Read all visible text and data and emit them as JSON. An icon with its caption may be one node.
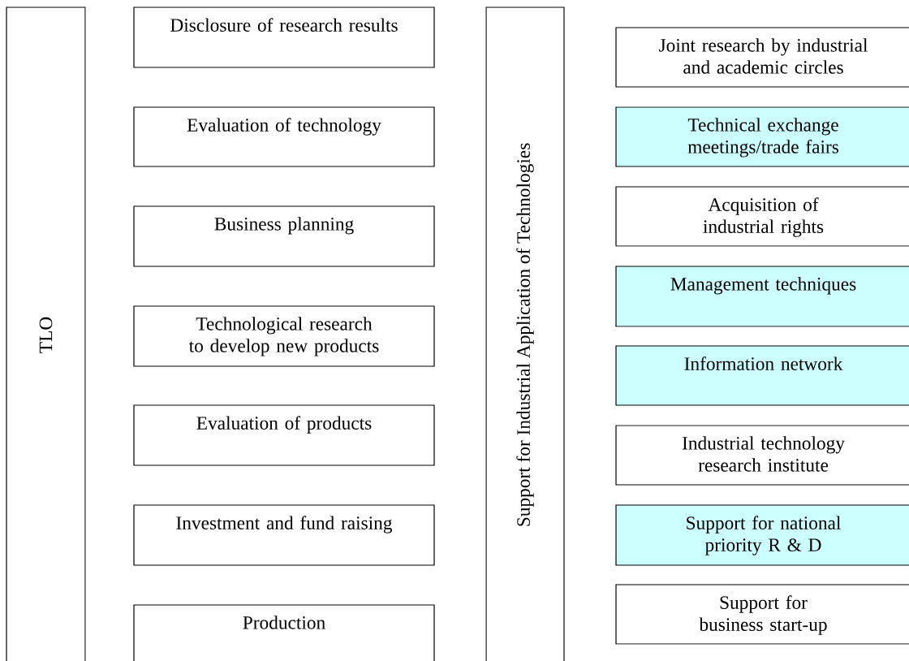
{
  "diagram": {
    "nodes": [
      {
        "text": [
          "TLO"
        ]
      },
      {
        "text": [
          "Disclosure of research results"
        ]
      },
      {
        "text": [
          "Evaluation of technology"
        ]
      },
      {
        "text": [
          "Business planning"
        ]
      },
      {
        "text": [
          "Technological research to develop new products"
        ]
      },
      {
        "text": [
          "Evaluation of products"
        ]
      },
      {
        "text": [
          "Investment and fund raising"
        ]
      },
      {
        "text": [
          "Production"
        ]
      },
      {
        "text": [
          "Support for Industrial Application of Technologies"
        ]
      },
      {
        "text": [
          "Joint research by industrial and academic circles"
        ]
      },
      {
        "text": [
          "Technical exchange meetings/trade fairs"
        ]
      },
      {
        "text": [
          "Acquisition of industrial rights"
        ]
      },
      {
        "text": [
          "Management techniques"
        ]
      },
      {
        "text": [
          "Information network"
        ]
      },
      {
        "text": [
          "Industrial technology research institute"
        ]
      },
      {
        "text": [
          "Support for national priority R & D"
        ]
      },
      {
        "text": [
          "Support for business start-up"
        ]
      }
    ]
  }
}
